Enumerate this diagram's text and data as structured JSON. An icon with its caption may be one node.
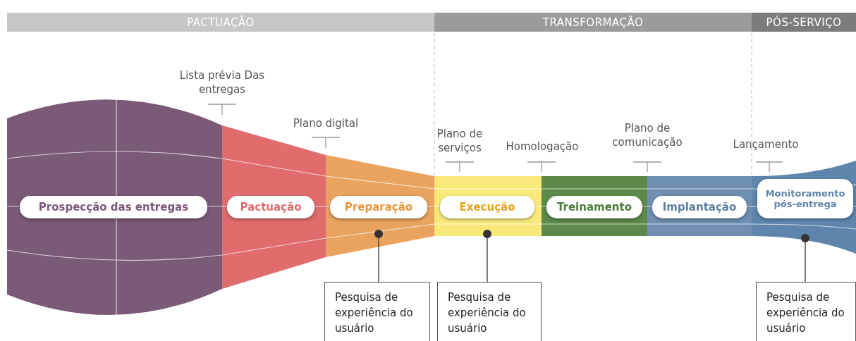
{
  "diagram": {
    "nodes": [
      {
        "text": [
          "PACTUAÇÃO"
        ]
      },
      {
        "text": [
          "TRANSFORMAÇÃO"
        ]
      },
      {
        "text": [
          "PÓS-SERVIÇO"
        ]
      },
      {
        "text": [
          "Prospecção das entregas"
        ]
      },
      {
        "text": [
          "Pactuação"
        ]
      },
      {
        "text": [
          "Preparação"
        ]
      },
      {
        "text": [
          "Execução"
        ]
      },
      {
        "text": [
          "Treinamento"
        ]
      },
      {
        "text": [
          "Implantação"
        ]
      },
      {
        "text": [
          "Monitoramento pós-entrega"
        ]
      },
      {
        "text": [
          "Pesquisa de experiência do usuário"
        ]
      },
      {
        "text": [
          "Pesquisa de experiência do usuário"
        ]
      },
      {
        "text": [
          "Pesquisa de experiência do usuário"
        ]
      }
    ],
    "edges": [
      {
        "from": 10,
        "to": 5,
        "arrow": "other"
      },
      {
        "from": 11,
        "to": 6,
        "arrow": "other"
      },
      {
        "from": 12,
        "to": 9,
        "arrow": "other"
      }
    ],
    "labels": [
      "Lista prévia Das entregas",
      "Plano digital",
      "Plano de serviços",
      "Homologação",
      "Plano de comunicação",
      "Lançamento"
    ]
  }
}
